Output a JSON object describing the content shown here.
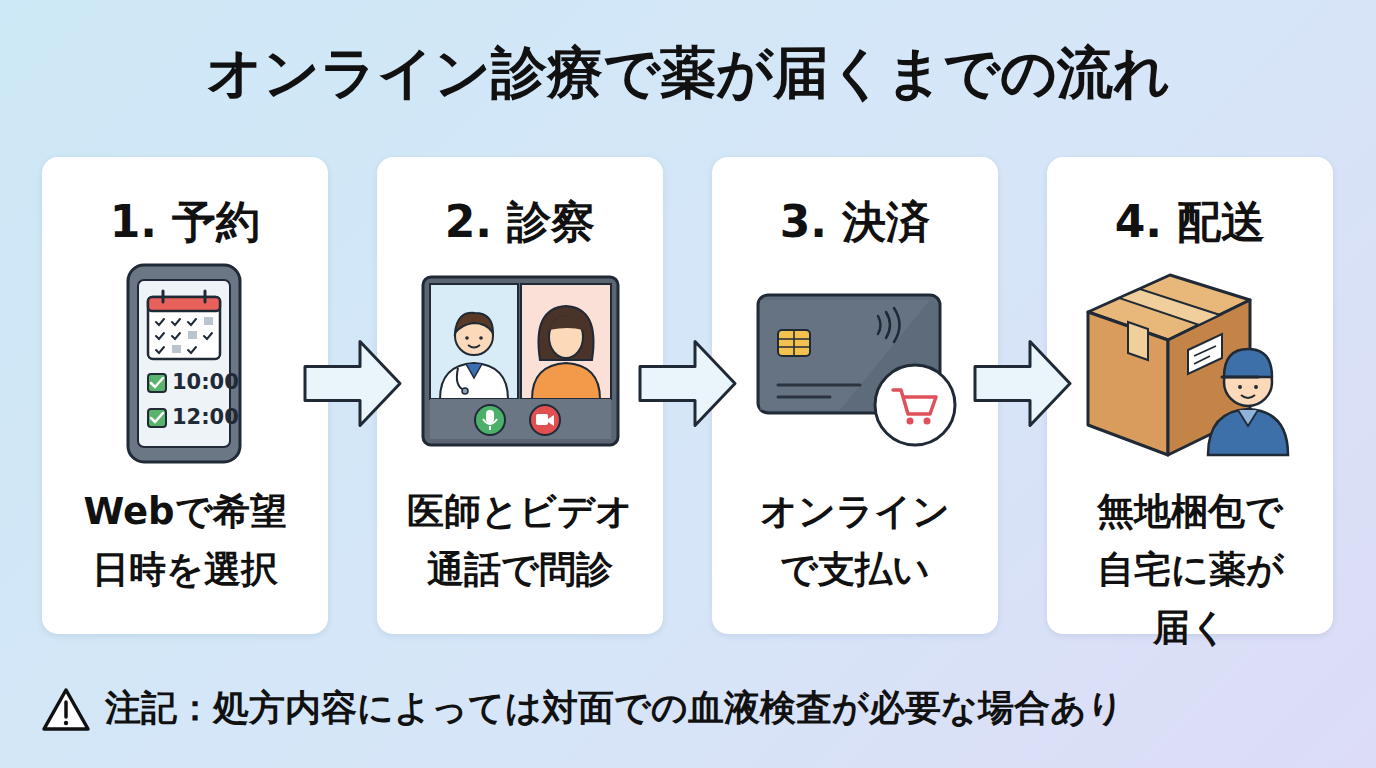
{
  "diagram": {
    "title": "オンライン診療で薬が届くまでの流れ",
    "nodes": [
      {
        "text": [
          "1. 予約",
          "Webで希望 日時を選択"
        ]
      },
      {
        "text": [
          "2. 診察",
          "医師とビデオ 通話で問診"
        ]
      },
      {
        "text": [
          "3. 決済",
          "オンライン で支払い"
        ]
      },
      {
        "text": [
          "4. 配送",
          "無地梱包で 自宅に薬が 届く"
        ]
      }
    ],
    "edges": [
      {
        "from": 0,
        "to": 1,
        "arrow": "to"
      },
      {
        "from": 1,
        "to": 2,
        "arrow": "to"
      },
      {
        "from": 2,
        "to": 3,
        "arrow": "to"
      }
    ],
    "labels": [
      "10:00",
      "12:00",
      "注記：処方内容によっては対面での血液検査が必要な場合あり"
    ]
  }
}
